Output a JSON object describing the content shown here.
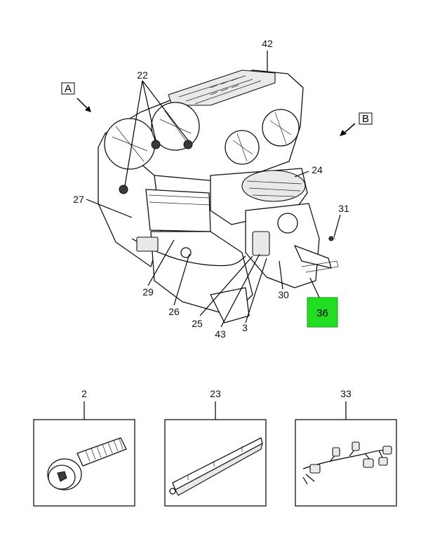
{
  "callouts": {
    "c42": "42",
    "c22": "22",
    "c24": "24",
    "c27": "27",
    "c31": "31",
    "c29": "29",
    "c26": "26",
    "c25": "25",
    "c43": "43",
    "c3": "3",
    "c30": "30",
    "c36": "36"
  },
  "views": {
    "a": "A",
    "b": "B"
  },
  "detail_boxes": {
    "screw": {
      "number": "2"
    },
    "seal_strip": {
      "number": "23"
    },
    "harness": {
      "number": "33"
    }
  },
  "colors": {
    "highlight": "#22dd22",
    "line": "#000000"
  },
  "icons": [
    "view-arrow-icon"
  ]
}
